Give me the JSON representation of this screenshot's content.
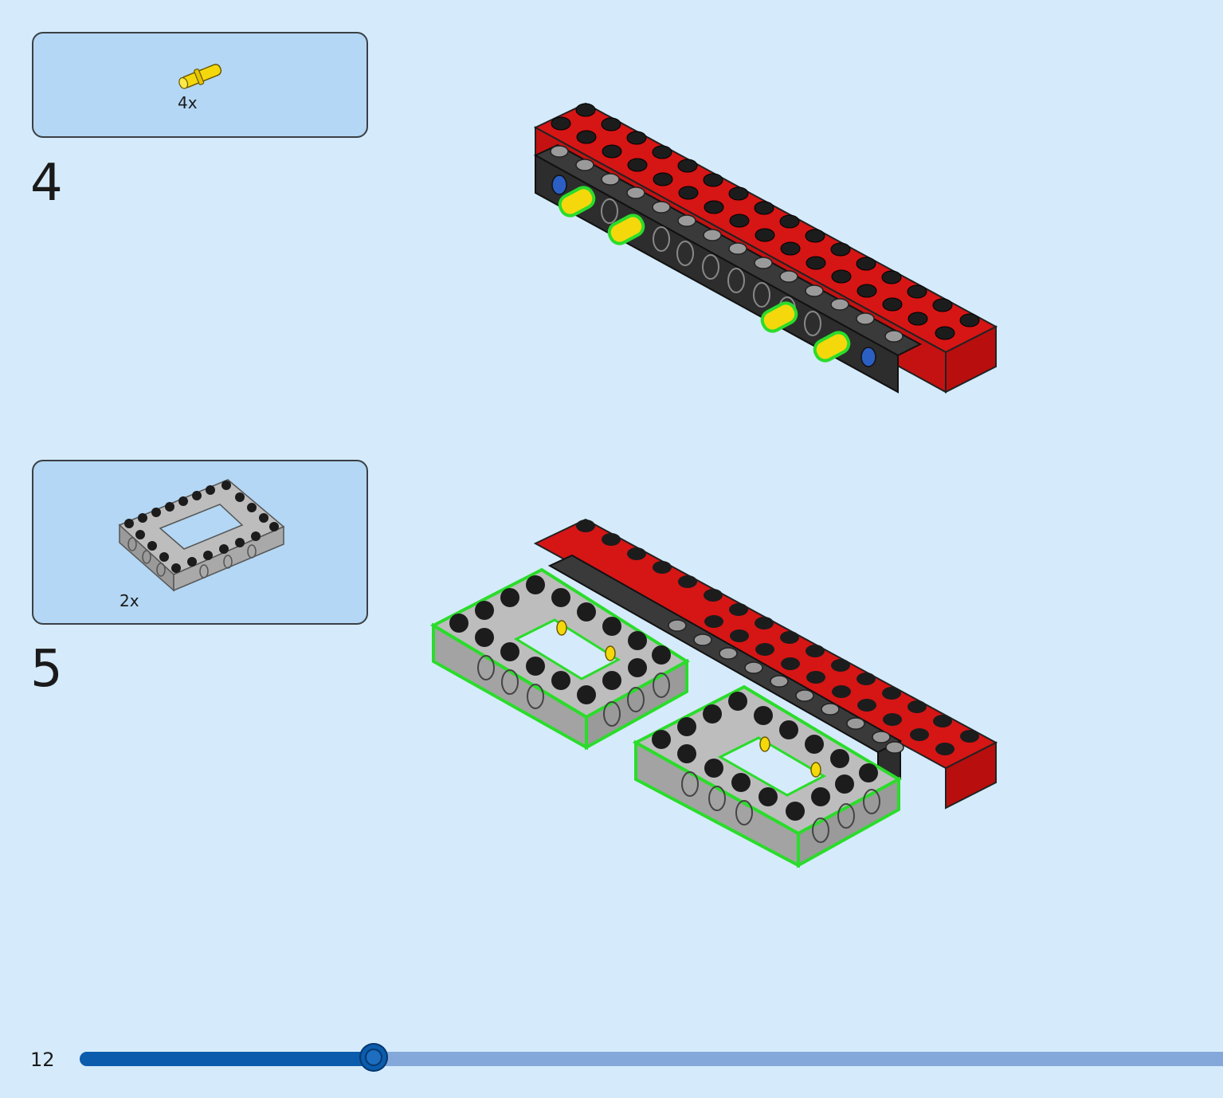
{
  "page_number": "12",
  "progress": 0.257,
  "steps": [
    {
      "number": "4",
      "parts": [
        {
          "part": "yellow-pin-icon",
          "quantity": "4x"
        }
      ]
    },
    {
      "number": "5",
      "parts": [
        {
          "part": "gray-open-frame-icon",
          "quantity": "2x"
        }
      ]
    }
  ],
  "colors": {
    "background": "#d5ebfb",
    "parts_box": "#b3d7f4",
    "brick_red": "#d61515",
    "beam_dark": "#2d2d2d",
    "pin_yellow": "#f4d80c",
    "frame_gray": "#a9a9a9",
    "highlight_green": "#2bdc2b",
    "progress_fill": "#0b5cad",
    "progress_track": "#85a8da"
  }
}
